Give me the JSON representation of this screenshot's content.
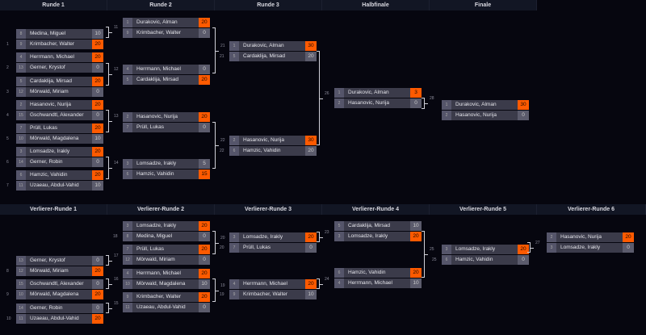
{
  "headers_top": [
    "Runde 1",
    "Runde 2",
    "Runde 3",
    "Halbfinale",
    "Finale"
  ],
  "headers_bottom": [
    "Verlierer-Runde 1",
    "Verlierer-Runde 2",
    "Verlierer-Runde 3",
    "Verlierer-Runde 4",
    "Verlierer-Runde 5",
    "Verlierer-Runde 6"
  ],
  "colors": {
    "winner": "#ff5a00",
    "row": "#3b3b4a"
  },
  "matches": [
    {
      "label": "1",
      "p": [
        [
          "8",
          "Medina, Miguel",
          "10",
          0
        ],
        [
          "9",
          "Krimbacher, Walter",
          "20",
          1
        ]
      ]
    },
    {
      "label": "2",
      "p": [
        [
          "4",
          "Herrmann, Michael",
          "20",
          1
        ],
        [
          "13",
          "Gerner, Krystof",
          "0",
          0
        ]
      ]
    },
    {
      "label": "3",
      "p": [
        [
          "5",
          "Cardaklija, Mirsad",
          "20",
          1
        ],
        [
          "12",
          "Mörwald, Miriam",
          "0",
          0
        ]
      ]
    },
    {
      "label": "4",
      "p": [
        [
          "2",
          "Hasanovic, Nurija",
          "20",
          1
        ],
        [
          "15",
          "Gschwandtl, Alexander",
          "0",
          0
        ]
      ]
    },
    {
      "label": "5",
      "p": [
        [
          "7",
          "Prüll, Lukas",
          "20",
          1
        ],
        [
          "10",
          "Mörwald, Magdalena",
          "10",
          0
        ]
      ]
    },
    {
      "label": "6",
      "p": [
        [
          "3",
          "Lomsadze, Irakly",
          "20",
          1
        ],
        [
          "14",
          "Gerner, Robin",
          "0",
          0
        ]
      ]
    },
    {
      "label": "7",
      "p": [
        [
          "6",
          "Hamzic, Vahidin",
          "20",
          1
        ],
        [
          "11",
          "Uzaeau, Abdul-Vahid",
          "10",
          0
        ]
      ]
    },
    {
      "label": "",
      "p": [
        [
          "1",
          "Durakovic, Alman",
          "20",
          1
        ],
        [
          "9",
          "Krimbacher, Walter",
          "0",
          0
        ]
      ]
    },
    {
      "label": "",
      "p": [
        [
          "4",
          "Herrmann, Michael",
          "0",
          0
        ],
        [
          "5",
          "Cardaklija, Mirsad",
          "20",
          1
        ]
      ]
    },
    {
      "label": "",
      "p": [
        [
          "2",
          "Hasanovic, Nurija",
          "20",
          1
        ],
        [
          "7",
          "Prüll, Lukas",
          "0",
          0
        ]
      ]
    },
    {
      "label": "",
      "p": [
        [
          "3",
          "Lomsadze, Irakly",
          "5",
          0
        ],
        [
          "6",
          "Hamzic, Vahidin",
          "15",
          1
        ]
      ]
    },
    {
      "label": "21",
      "p": [
        [
          "1",
          "Durakovic, Alman",
          "30",
          1
        ],
        [
          "5",
          "Cardaklija, Mirsad",
          "20",
          0
        ]
      ]
    },
    {
      "label": "22",
      "p": [
        [
          "2",
          "Hasanovic, Nurija",
          "30",
          1
        ],
        [
          "6",
          "Hamzic, Vahidin",
          "20",
          0
        ]
      ]
    },
    {
      "label": "",
      "p": [
        [
          "1",
          "Durakovic, Alman",
          "3",
          1
        ],
        [
          "2",
          "Hasanovic, Nurija",
          "0",
          0
        ]
      ]
    },
    {
      "label": "",
      "p": [
        [
          "1",
          "Durakovic, Alman",
          "30",
          1
        ],
        [
          "2",
          "Hasanovic, Nurija",
          "0",
          0
        ]
      ]
    },
    {
      "label": "8",
      "p": [
        [
          "13",
          "Gerner, Krystof",
          "0",
          0
        ],
        [
          "12",
          "Mörwald, Miriam",
          "20",
          1
        ]
      ]
    },
    {
      "label": "9",
      "p": [
        [
          "15",
          "Gschwandtl, Alexander",
          "0",
          0
        ],
        [
          "10",
          "Mörwald, Magdalena",
          "20",
          1
        ]
      ]
    },
    {
      "label": "10",
      "p": [
        [
          "14",
          "Gerner, Robin",
          "0",
          0
        ],
        [
          "11",
          "Uzaeau, Abdul-Vahid",
          "20",
          1
        ]
      ]
    },
    {
      "label": "18",
      "p": [
        [
          "3",
          "Lomsadze, Irakly",
          "20",
          1
        ],
        [
          "8",
          "Medina, Miguel",
          "0",
          0
        ]
      ]
    },
    {
      "label": "",
      "p": [
        [
          "7",
          "Prüll, Lukas",
          "20",
          1
        ],
        [
          "12",
          "Mörwald, Miriam",
          "0",
          0
        ]
      ]
    },
    {
      "label": "",
      "p": [
        [
          "4",
          "Herrmann, Michael",
          "20",
          1
        ],
        [
          "10",
          "Mörwald, Magdalena",
          "10",
          0
        ]
      ]
    },
    {
      "label": "",
      "p": [
        [
          "9",
          "Krimbacher, Walter",
          "20",
          1
        ],
        [
          "11",
          "Uzaeau, Abdul-Vahid",
          "0",
          0
        ]
      ]
    },
    {
      "label": "20",
      "p": [
        [
          "3",
          "Lomsadze, Irakly",
          "20",
          1
        ],
        [
          "7",
          "Prüll, Lukas",
          "0",
          0
        ]
      ]
    },
    {
      "label": "19",
      "p": [
        [
          "4",
          "Herrmann, Michael",
          "20",
          1
        ],
        [
          "9",
          "Krimbacher, Walter",
          "10",
          0
        ]
      ]
    },
    {
      "label": "",
      "p": [
        [
          "5",
          "Cardaklija, Mirsad",
          "10",
          0
        ],
        [
          "3",
          "Lomsadze, Irakly",
          "20",
          1
        ]
      ]
    },
    {
      "label": "",
      "p": [
        [
          "6",
          "Hamzic, Vahidin",
          "20",
          1
        ],
        [
          "4",
          "Herrmann, Michael",
          "10",
          0
        ]
      ]
    },
    {
      "label": "25",
      "p": [
        [
          "3",
          "Lomsadze, Irakly",
          "20",
          1
        ],
        [
          "6",
          "Hamzic, Vahidin",
          "0",
          0
        ]
      ]
    },
    {
      "label": "",
      "p": [
        [
          "2",
          "Hasanovic, Nurija",
          "20",
          1
        ],
        [
          "3",
          "Lomsadze, Irakly",
          "0",
          0
        ]
      ]
    }
  ],
  "connectors": [
    "11",
    "12",
    "13",
    "14",
    "21",
    "22",
    "26",
    "28",
    "17",
    "16",
    "15",
    "20",
    "19",
    "23",
    "24",
    "25",
    "27"
  ]
}
